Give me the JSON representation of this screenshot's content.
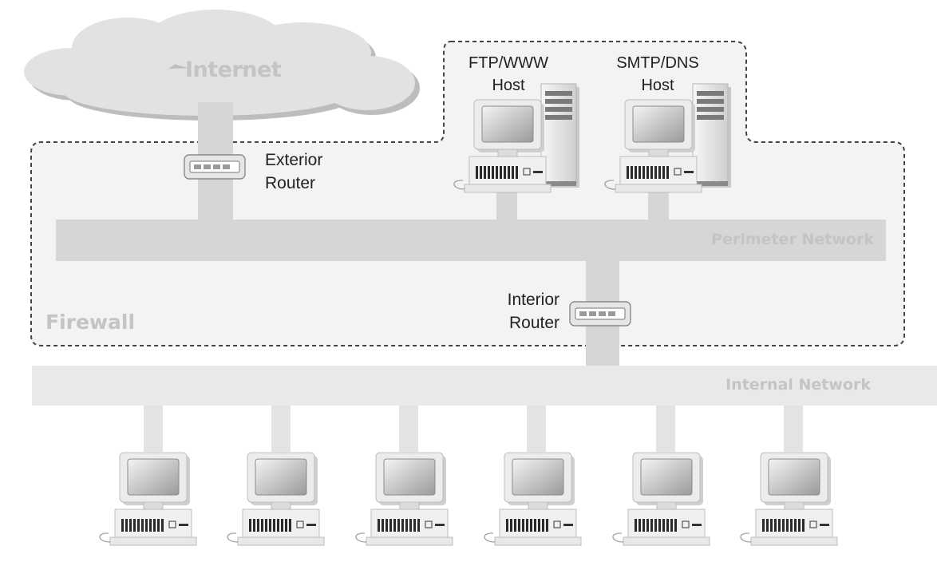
{
  "labels": {
    "internet": "Internet",
    "exterior_router_line1": "Exterior",
    "exterior_router_line2": "Router",
    "ftp_host_line1": "FTP/WWW",
    "ftp_host_line2": "Host",
    "smtp_host_line1": "SMTP/DNS",
    "smtp_host_line2": "Host",
    "perimeter_network": "Perimeter Network",
    "interior_router_line1": "Interior",
    "interior_router_line2": "Router",
    "firewall": "Firewall",
    "internal_network": "Internal Network"
  },
  "internal_hosts": [
    {
      "name": "internal-host-1"
    },
    {
      "name": "internal-host-2"
    },
    {
      "name": "internal-host-3"
    },
    {
      "name": "internal-host-4"
    },
    {
      "name": "internal-host-5"
    },
    {
      "name": "internal-host-6"
    }
  ],
  "colors": {
    "zone_fill": "#f3f3f3",
    "zone_border": "#444444",
    "network_bar": "#d6d6d6",
    "label_gray": "#c4c4c4",
    "cloud_fill": "#e2e2e2",
    "text_dark": "#222222"
  }
}
